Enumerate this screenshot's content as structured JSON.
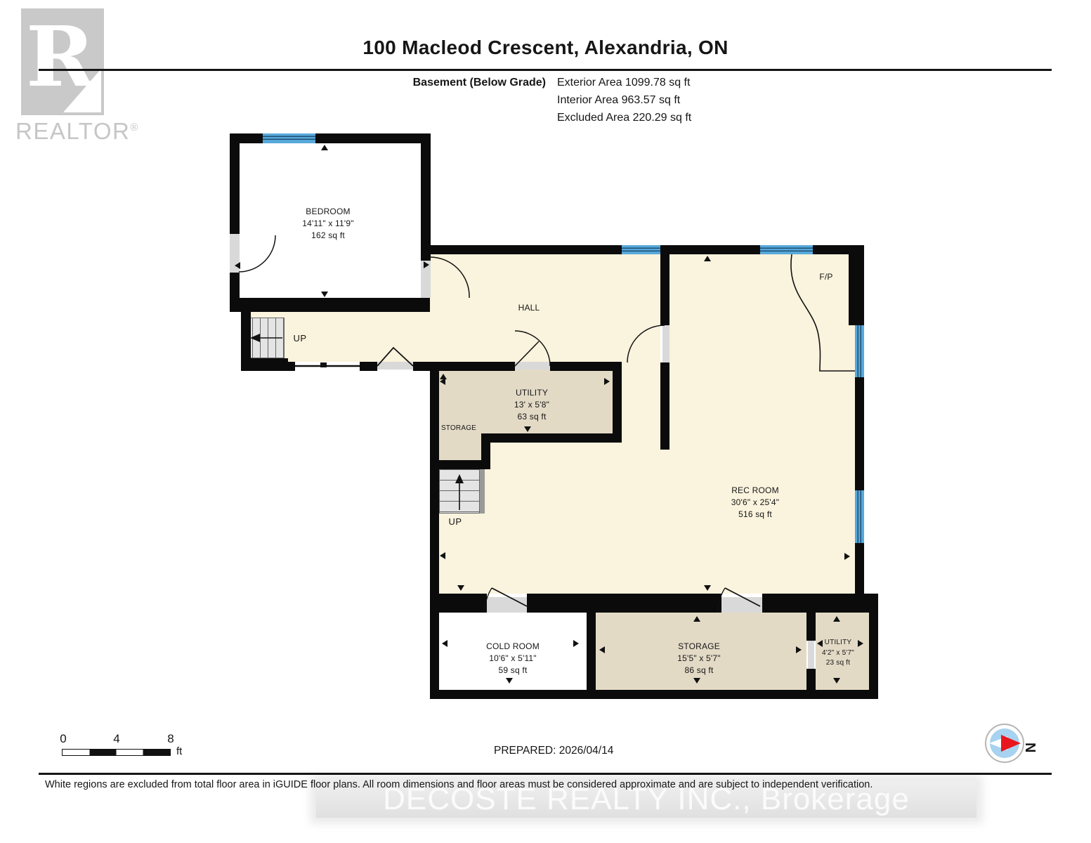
{
  "header": {
    "title": "100 Macleod Crescent, Alexandria, ON",
    "floor_label": "Basement (Below Grade)",
    "area_lines": [
      "Exterior Area 1099.78 sq ft",
      "Interior Area 963.57 sq ft",
      "Excluded Area 220.29 sq ft"
    ]
  },
  "logo": {
    "letter": "R",
    "brand": "REALTOR",
    "registered": "®"
  },
  "rooms": {
    "bedroom": {
      "name": "BEDROOM",
      "dims": "14'11\" x 11'9\"",
      "area": "162 sq ft"
    },
    "hall": {
      "name": "HALL"
    },
    "utility_main": {
      "name": "UTILITY",
      "dims": "13' x 5'8\"",
      "area": "63 sq ft"
    },
    "storage_nook": {
      "name": "STORAGE"
    },
    "rec_room": {
      "name": "REC ROOM",
      "dims": "30'6\" x 25'4\"",
      "area": "516 sq ft"
    },
    "fireplace": {
      "name": "F/P"
    },
    "cold_room": {
      "name": "COLD ROOM",
      "dims": "10'6\" x 5'11\"",
      "area": "59 sq ft"
    },
    "storage": {
      "name": "STORAGE",
      "dims": "15'5\" x 5'7\"",
      "area": "86 sq ft"
    },
    "utility_small": {
      "name": "UTILITY",
      "dims": "4'2\" x 5'7\"",
      "area": "23 sq ft"
    },
    "stairs_up_1": "UP",
    "stairs_up_2": "UP"
  },
  "footer": {
    "scale": {
      "t0": "0",
      "t4": "4",
      "t8": "8",
      "unit": "ft"
    },
    "prepared": "PREPARED: 2026/04/14",
    "compass_n": "N",
    "disclaimer": "White regions are excluded from total floor area in iGUIDE floor plans. All room dimensions and floor areas must be considered approximate and are subject to independent verification.",
    "watermark": "DECOSTE REALTY INC., Brokerage"
  },
  "colors": {
    "wall": "#0b0b0b",
    "floor_included": "#FAF3DD",
    "floor_storage": "#E3DAC6",
    "window_blue": "#57A8DA",
    "compass_red": "#E8161E"
  }
}
